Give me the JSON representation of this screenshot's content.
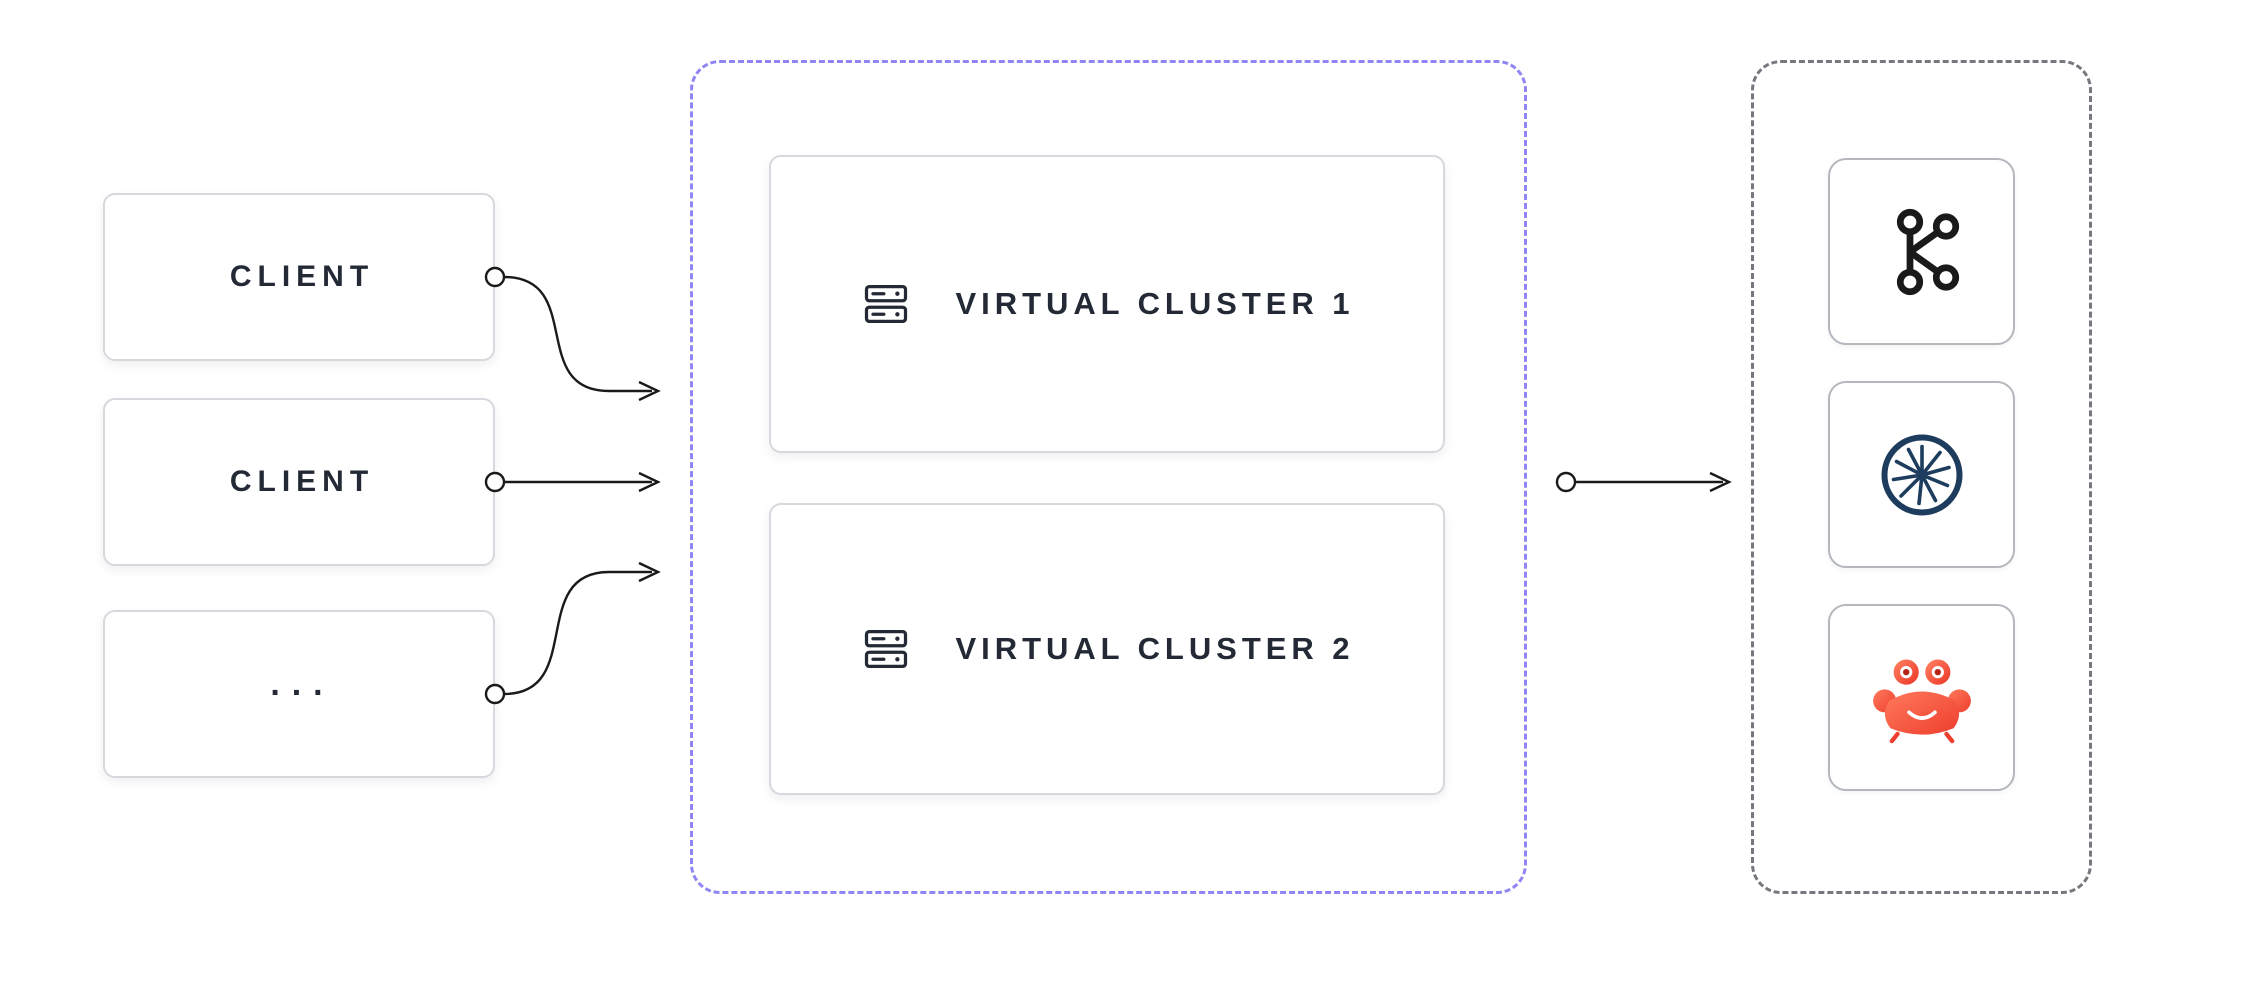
{
  "clients": [
    {
      "label": "CLIENT"
    },
    {
      "label": "CLIENT"
    },
    {
      "label": "..."
    }
  ],
  "proxy_group": {
    "border_color": "#8f86f4",
    "virtual_clusters": [
      {
        "label": "VIRTUAL CLUSTER 1",
        "icon": "server-stack-icon"
      },
      {
        "label": "VIRTUAL CLUSTER 2",
        "icon": "server-stack-icon"
      }
    ]
  },
  "backend_group": {
    "border_color": "#75787e",
    "targets": [
      {
        "icon": "kafka-icon"
      },
      {
        "icon": "starburst-circle-icon"
      },
      {
        "icon": "crab-icon"
      }
    ]
  },
  "colors": {
    "text": "#232a36",
    "connector": "#1a1a1a",
    "kafka_icon": "#1a1a1a",
    "starburst_icon": "#1d3c5e",
    "crab_icon_light": "#ff7a5c",
    "crab_icon_dark": "#ee3e2e"
  }
}
